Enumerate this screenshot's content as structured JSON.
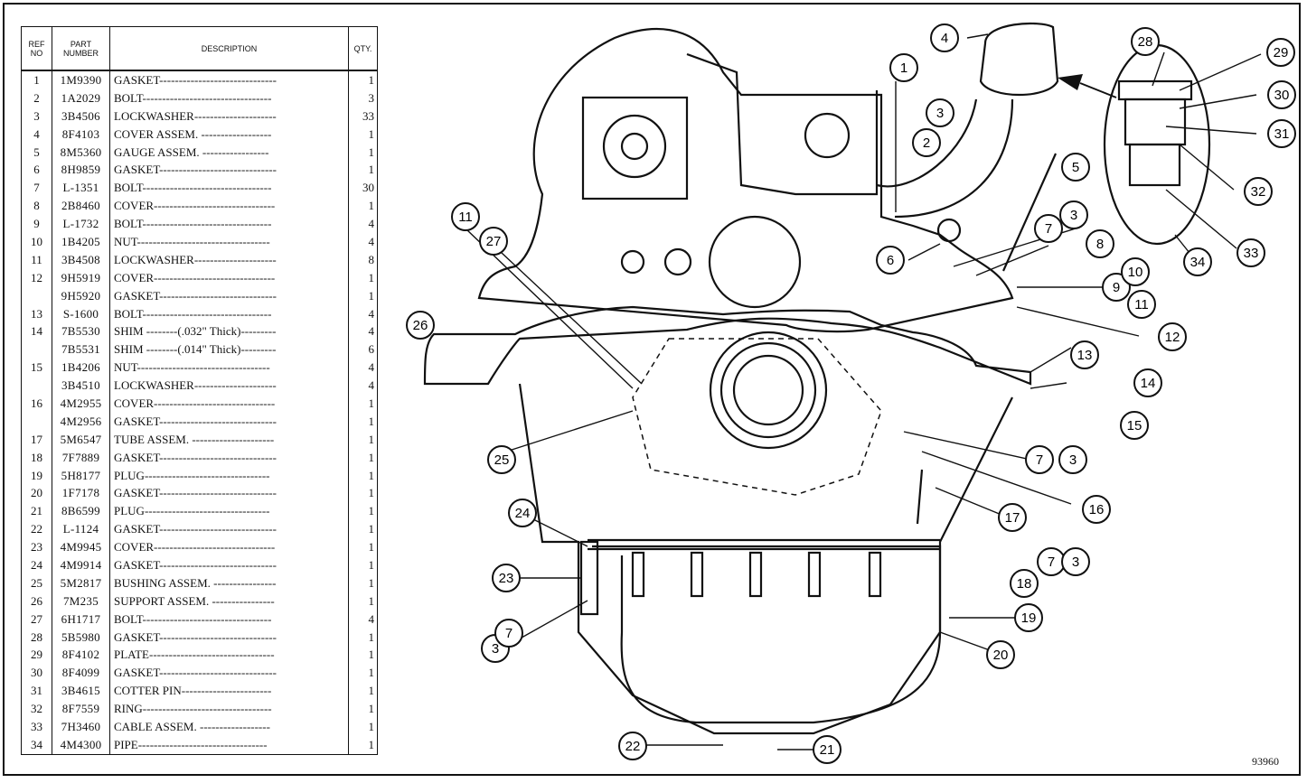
{
  "table": {
    "headers": {
      "ref": "REF NO",
      "part": "PART NUMBER",
      "description": "DESCRIPTION",
      "qty": "QTY."
    },
    "rows": [
      {
        "ref": "1",
        "part": "1M9390",
        "desc": "GASKET------------------------------",
        "qty": "1"
      },
      {
        "ref": "2",
        "part": "1A2029",
        "desc": "BOLT---------------------------------",
        "qty": "3"
      },
      {
        "ref": "3",
        "part": "3B4506",
        "desc": "LOCKWASHER---------------------",
        "qty": "33"
      },
      {
        "ref": "4",
        "part": "8F4103",
        "desc": "COVER ASSEM. ------------------",
        "qty": "1"
      },
      {
        "ref": "5",
        "part": "8M5360",
        "desc": "GAUGE ASSEM. -----------------",
        "qty": "1"
      },
      {
        "ref": "6",
        "part": "8H9859",
        "desc": "GASKET------------------------------",
        "qty": "1"
      },
      {
        "ref": "7",
        "part": "L-1351",
        "desc": "BOLT---------------------------------",
        "qty": "30"
      },
      {
        "ref": "8",
        "part": "2B8460",
        "desc": "COVER-------------------------------",
        "qty": "1"
      },
      {
        "ref": "9",
        "part": "L-1732",
        "desc": "BOLT---------------------------------",
        "qty": "4"
      },
      {
        "ref": "10",
        "part": "1B4205",
        "desc": "NUT----------------------------------",
        "qty": "4"
      },
      {
        "ref": "11",
        "part": "3B4508",
        "desc": "LOCKWASHER---------------------",
        "qty": "8"
      },
      {
        "ref": "12",
        "part": "9H5919",
        "desc": "COVER-------------------------------",
        "qty": "1"
      },
      {
        "ref": "",
        "part": "9H5920",
        "desc": "GASKET------------------------------",
        "qty": "1"
      },
      {
        "ref": "13",
        "part": "S-1600",
        "desc": "BOLT---------------------------------",
        "qty": "4"
      },
      {
        "ref": "14",
        "part": "7B5530",
        "desc": "SHIM --------(.032\" Thick)---------",
        "qty": "4"
      },
      {
        "ref": "",
        "part": "7B5531",
        "desc": "SHIM --------(.014\" Thick)---------",
        "qty": "6"
      },
      {
        "ref": "15",
        "part": "1B4206",
        "desc": "NUT----------------------------------",
        "qty": "4"
      },
      {
        "ref": "",
        "part": "3B4510",
        "desc": "LOCKWASHER---------------------",
        "qty": "4"
      },
      {
        "ref": "16",
        "part": "4M2955",
        "desc": "COVER-------------------------------",
        "qty": "1"
      },
      {
        "ref": "",
        "part": "4M2956",
        "desc": "GASKET------------------------------",
        "qty": "1"
      },
      {
        "ref": "17",
        "part": "5M6547",
        "desc": "TUBE ASSEM. ---------------------",
        "qty": "1"
      },
      {
        "ref": "18",
        "part": "7F7889",
        "desc": "GASKET------------------------------",
        "qty": "1"
      },
      {
        "ref": "19",
        "part": "5H8177",
        "desc": "PLUG--------------------------------",
        "qty": "1"
      },
      {
        "ref": "20",
        "part": "1F7178",
        "desc": "GASKET------------------------------",
        "qty": "1"
      },
      {
        "ref": "21",
        "part": "8B6599",
        "desc": "PLUG--------------------------------",
        "qty": "1"
      },
      {
        "ref": "22",
        "part": "L-1124",
        "desc": "GASKET------------------------------",
        "qty": "1"
      },
      {
        "ref": "23",
        "part": "4M9945",
        "desc": "COVER-------------------------------",
        "qty": "1"
      },
      {
        "ref": "24",
        "part": "4M9914",
        "desc": "GASKET------------------------------",
        "qty": "1"
      },
      {
        "ref": "25",
        "part": "5M2817",
        "desc": "BUSHING ASSEM. ----------------",
        "qty": "1"
      },
      {
        "ref": "26",
        "part": "7M235",
        "desc": "SUPPORT ASSEM. ----------------",
        "qty": "1"
      },
      {
        "ref": "27",
        "part": "6H1717",
        "desc": "BOLT---------------------------------",
        "qty": "4"
      },
      {
        "ref": "28",
        "part": "5B5980",
        "desc": "GASKET------------------------------",
        "qty": "1"
      },
      {
        "ref": "29",
        "part": "8F4102",
        "desc": "PLATE--------------------------------",
        "qty": "1"
      },
      {
        "ref": "30",
        "part": "8F4099",
        "desc": "GASKET------------------------------",
        "qty": "1"
      },
      {
        "ref": "31",
        "part": "3B4615",
        "desc": "COTTER PIN-----------------------",
        "qty": "1"
      },
      {
        "ref": "32",
        "part": "8F7559",
        "desc": "RING---------------------------------",
        "qty": "1"
      },
      {
        "ref": "33",
        "part": "7H3460",
        "desc": "CABLE ASSEM. ------------------",
        "qty": "1"
      },
      {
        "ref": "34",
        "part": "4M4300",
        "desc": "PIPE---------------------------------",
        "qty": "1"
      }
    ]
  },
  "callouts": [
    "4",
    "1",
    "3",
    "2",
    "5",
    "7",
    "3",
    "6",
    "8",
    "9",
    "10",
    "11",
    "12",
    "11",
    "27",
    "26",
    "13",
    "14",
    "15",
    "7",
    "3",
    "25",
    "16",
    "17",
    "24",
    "7",
    "3",
    "18",
    "23",
    "19",
    "3",
    "7",
    "20",
    "22",
    "21",
    "28",
    "29",
    "30",
    "31",
    "32",
    "33",
    "34"
  ],
  "figure_number": "93960"
}
